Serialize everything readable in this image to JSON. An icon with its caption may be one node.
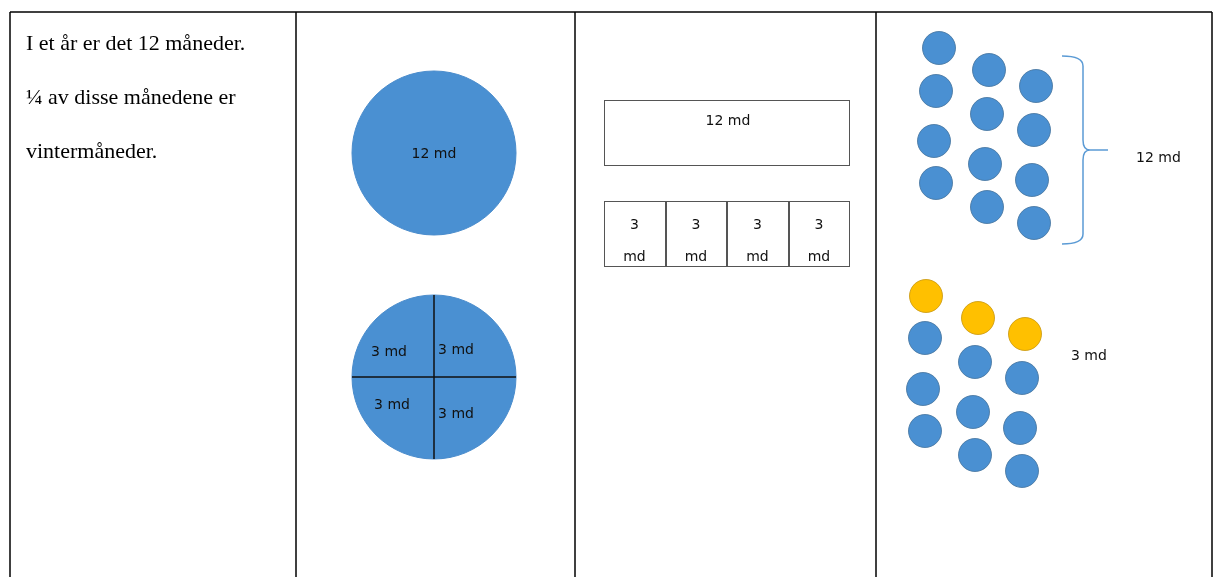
{
  "diagram": {
    "nodes": [
      {
        "text": [
          "12 md"
        ]
      },
      {
        "text": [
          "3 md",
          "3 md",
          "3 md",
          "3 md"
        ]
      },
      {
        "text": [
          "12 md"
        ]
      },
      {
        "text": [
          "3 md"
        ]
      },
      {
        "text": [
          "3 md"
        ]
      },
      {
        "text": [
          "3 md"
        ]
      },
      {
        "text": [
          "3 md"
        ]
      }
    ],
    "labels": [
      "I et år er det 12 måneder. ¼ av disse månedene er vintermåneder.",
      "12 md",
      "3 md"
    ]
  }
}
